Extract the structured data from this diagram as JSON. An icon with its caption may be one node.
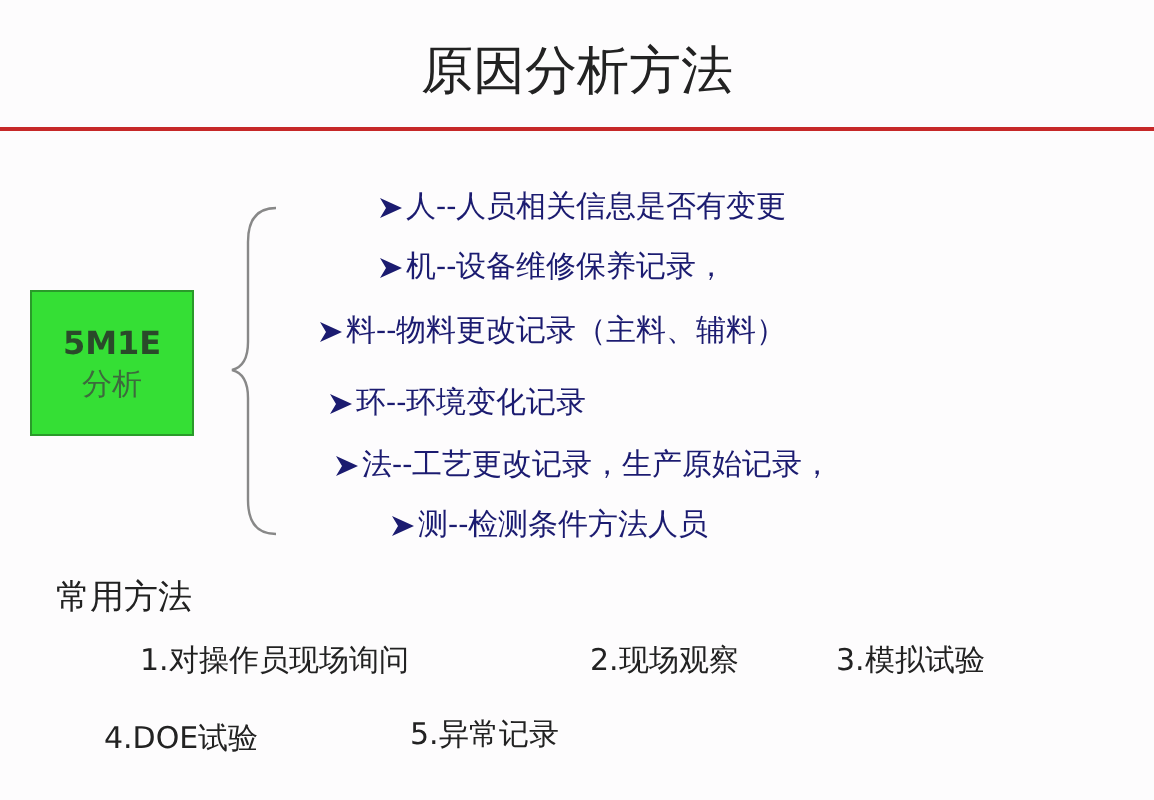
{
  "diagram": {
    "title": "原因分析方法",
    "nodes": [
      {
        "text": [
          "5M1E",
          "分析"
        ]
      }
    ],
    "labels": [
      "人--人员相关信息是否有变更",
      "机--设备维修保养记录，",
      "料--物料更改记录（主料、辅料）",
      "环--环境变化记录",
      "法--工艺更改记录，生产原始记录，",
      "测--检测条件方法人员",
      "常用方法",
      "1.对操作员现场询问",
      "2.现场观察",
      "3.模拟试验",
      "4.DOE试验",
      "5.异常记录"
    ]
  }
}
